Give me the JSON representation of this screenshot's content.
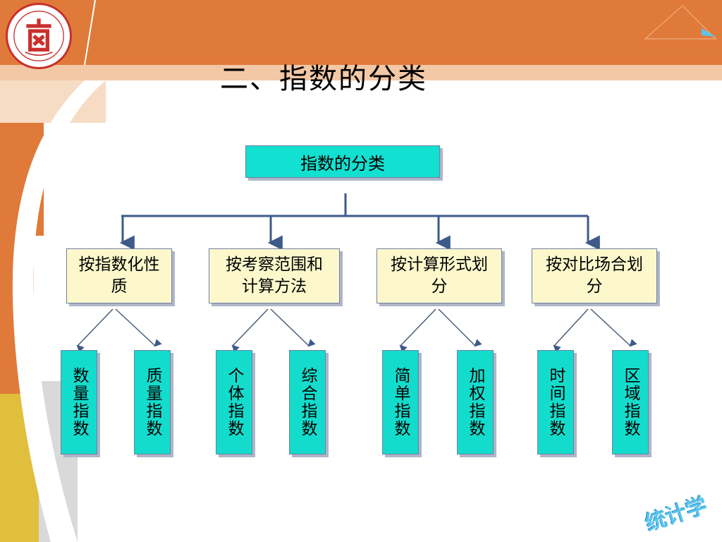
{
  "slide": {
    "title": "二、指数的分类"
  },
  "diagram": {
    "root": "指数的分类",
    "categories": [
      {
        "label": "按指数化性质",
        "children": [
          "数量指数",
          "质量指数"
        ]
      },
      {
        "label": "按考察范围和计算方法",
        "children": [
          "个体指数",
          "综合指数"
        ]
      },
      {
        "label": "按计算形式划分",
        "children": [
          "简单指数",
          "加权指数"
        ]
      },
      {
        "label": "按对比场合划分",
        "children": [
          "时间指数",
          "区域指数"
        ]
      }
    ]
  },
  "stamp": "统计学",
  "colors": {
    "header_orange": "#e07a3a",
    "root_fill": "#12e0d0",
    "category_fill": "#fcf8cc",
    "leaf_fill": "#14dccc",
    "logo_red": "#c9302c"
  }
}
